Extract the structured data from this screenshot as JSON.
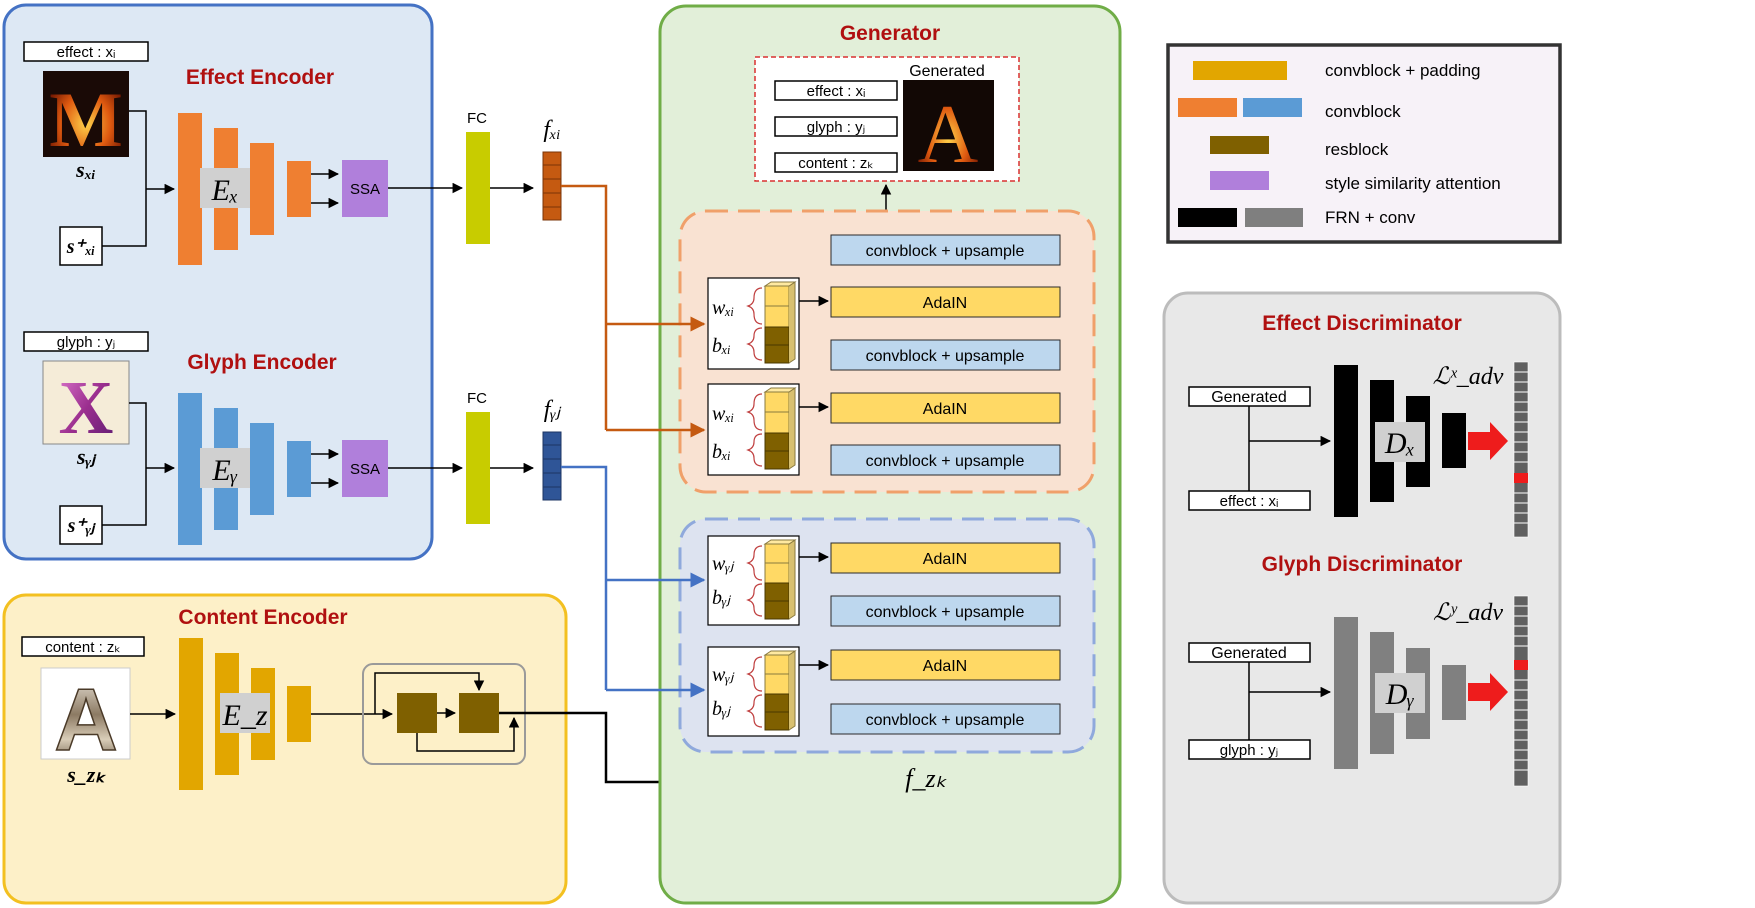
{
  "effect_encoder": {
    "title": "Effect Encoder",
    "input_label": "effect : xᵢ",
    "sample_letter": "M",
    "sample_symbol": "sₓᵢ",
    "pos_symbol": "s⁺ₓᵢ",
    "encoder_symbol": "Eₓ",
    "ssa": "SSA",
    "fc": "FC",
    "feature": "fₓᵢ"
  },
  "glyph_encoder": {
    "title": "Glyph Encoder",
    "input_label": "glyph : yⱼ",
    "sample_letter": "X",
    "sample_symbol": "sᵧⱼ",
    "pos_symbol": "s⁺ᵧⱼ",
    "encoder_symbol": "Eᵧ",
    "ssa": "SSA",
    "fc": "FC",
    "feature": "fᵧⱼ"
  },
  "content_encoder": {
    "title": "Content Encoder",
    "input_label": "content : zₖ",
    "sample_letter": "A",
    "sample_symbol": "s_zₖ",
    "encoder_symbol": "E_z",
    "feature": "f_zₖ"
  },
  "generator": {
    "title": "Generator",
    "output_title": "Generated",
    "output_letter": "A",
    "out_effect": "effect : xᵢ",
    "out_glyph": "glyph : yⱼ",
    "out_content": "content : zₖ",
    "conv_up": "convblock + upsample",
    "adain": "AdaIN",
    "w_x": "wₓᵢ",
    "b_x": "bₓᵢ",
    "w_y": "wᵧⱼ",
    "b_y": "bᵧⱼ"
  },
  "legend": {
    "items": [
      "convblock + padding",
      "convblock",
      "resblock",
      "style similarity attention",
      "FRN + conv"
    ]
  },
  "effect_discriminator": {
    "title": "Effect Discriminator",
    "generated": "Generated",
    "cond": "effect : xᵢ",
    "symbol": "Dₓ",
    "loss": "ℒˣ_adv"
  },
  "glyph_discriminator": {
    "title": "Glyph Discriminator",
    "generated": "Generated",
    "cond": "glyph : yⱼ",
    "symbol": "Dᵧ",
    "loss": "ℒʸ_adv"
  },
  "colors": {
    "effect_panel_bg": "#dde8f4",
    "effect_panel_border": "#4472c4",
    "content_panel_bg": "#fdf0c8",
    "content_panel_border": "#f3c020",
    "generator_bg": "#e2efd9",
    "generator_border": "#70ad47",
    "orange_block": "#ef7f31",
    "blue_block": "#5b9bd5",
    "gold_block": "#e2a600",
    "resblock": "#7f6000",
    "ssa": "#b07fdb",
    "fc": "#c8cc00",
    "adain": "#ffd965",
    "conv_up": "#bdd7ee",
    "title_red": "#b01010",
    "orange_arrow": "#c55a11",
    "blue_arrow": "#4472c4"
  }
}
